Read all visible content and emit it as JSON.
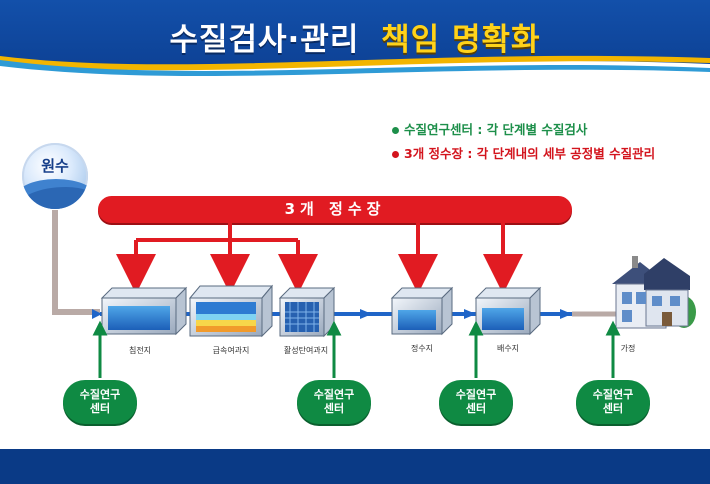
{
  "title": {
    "part1": "수질검사·관리",
    "part2": "책임 명확화"
  },
  "legend": {
    "items": [
      {
        "text": "수질연구센터 : 각 단계별 수질검사",
        "color": "#1d8f4a"
      },
      {
        "text": "3개 정수장 : 각 단계내의 세부 공정별 수질관리",
        "color": "#d3141d"
      }
    ]
  },
  "raw_water": {
    "label": "원수"
  },
  "plant_bar": {
    "label": "3개 정수장"
  },
  "stages": [
    {
      "label": "침전지"
    },
    {
      "label": "급속여과지"
    },
    {
      "label": "활성탄여과지"
    },
    {
      "label": "정수지"
    },
    {
      "label": "배수지"
    },
    {
      "label": "가정"
    }
  ],
  "research_centers": [
    {
      "line1": "수질연구",
      "line2": "센터"
    },
    {
      "line1": "수질연구",
      "line2": "센터"
    },
    {
      "line1": "수질연구",
      "line2": "센터"
    },
    {
      "line1": "수질연구",
      "line2": "센터"
    }
  ],
  "colors": {
    "red": "#e11b22",
    "green": "#0f8a43",
    "blue": "#1f65c8",
    "pipe": "#b9aaa6",
    "navy": "#0b3d8f"
  },
  "icons": [
    "water-wave-icon",
    "tank-icon",
    "house-icon",
    "arrow-icon"
  ]
}
